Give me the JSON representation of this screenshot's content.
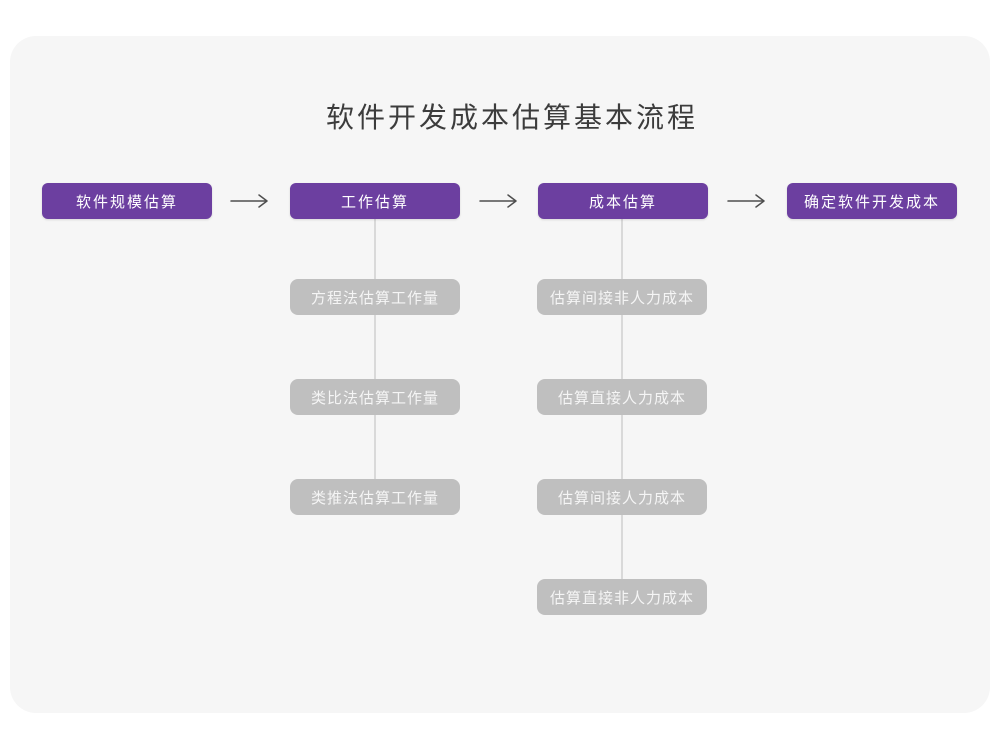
{
  "title": "软件开发成本估算基本流程",
  "colors": {
    "page_bg": "#ffffff",
    "card_bg": "#f6f6f6",
    "primary_box_bg": "#6c3fa0",
    "sub_box_bg": "#bfbfbf",
    "connector_line": "#d9d9d9",
    "arrow_stroke": "#4f4f4f",
    "title_text": "#3c3c3c",
    "box_text": "#ffffff"
  },
  "main_flow": [
    {
      "label": "软件规模估算"
    },
    {
      "label": "工作估算"
    },
    {
      "label": "成本估算"
    },
    {
      "label": "确定软件开发成本"
    }
  ],
  "sub_columns": [
    {
      "parent": "工作估算",
      "items": [
        "方程法估算工作量",
        "类比法估算工作量",
        "类推法估算工作量"
      ]
    },
    {
      "parent": "成本估算",
      "items": [
        "估算间接非人力成本",
        "估算直接人力成本",
        "估算间接人力成本",
        "估算直接非人力成本"
      ]
    }
  ]
}
